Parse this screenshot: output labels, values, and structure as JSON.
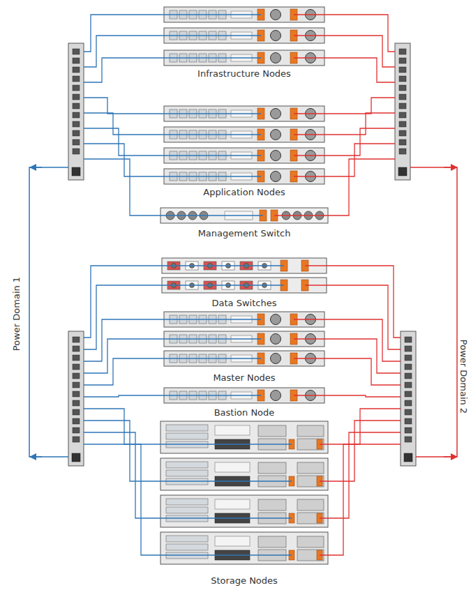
{
  "diagram": {
    "labels": [
      "Infrastructure Nodes",
      "Application Nodes",
      "Management Switch",
      "Data Switches",
      "Master Nodes",
      "Bastion Node",
      "Storage Nodes",
      "Power Domain 1",
      "Power Domain 2"
    ]
  }
}
